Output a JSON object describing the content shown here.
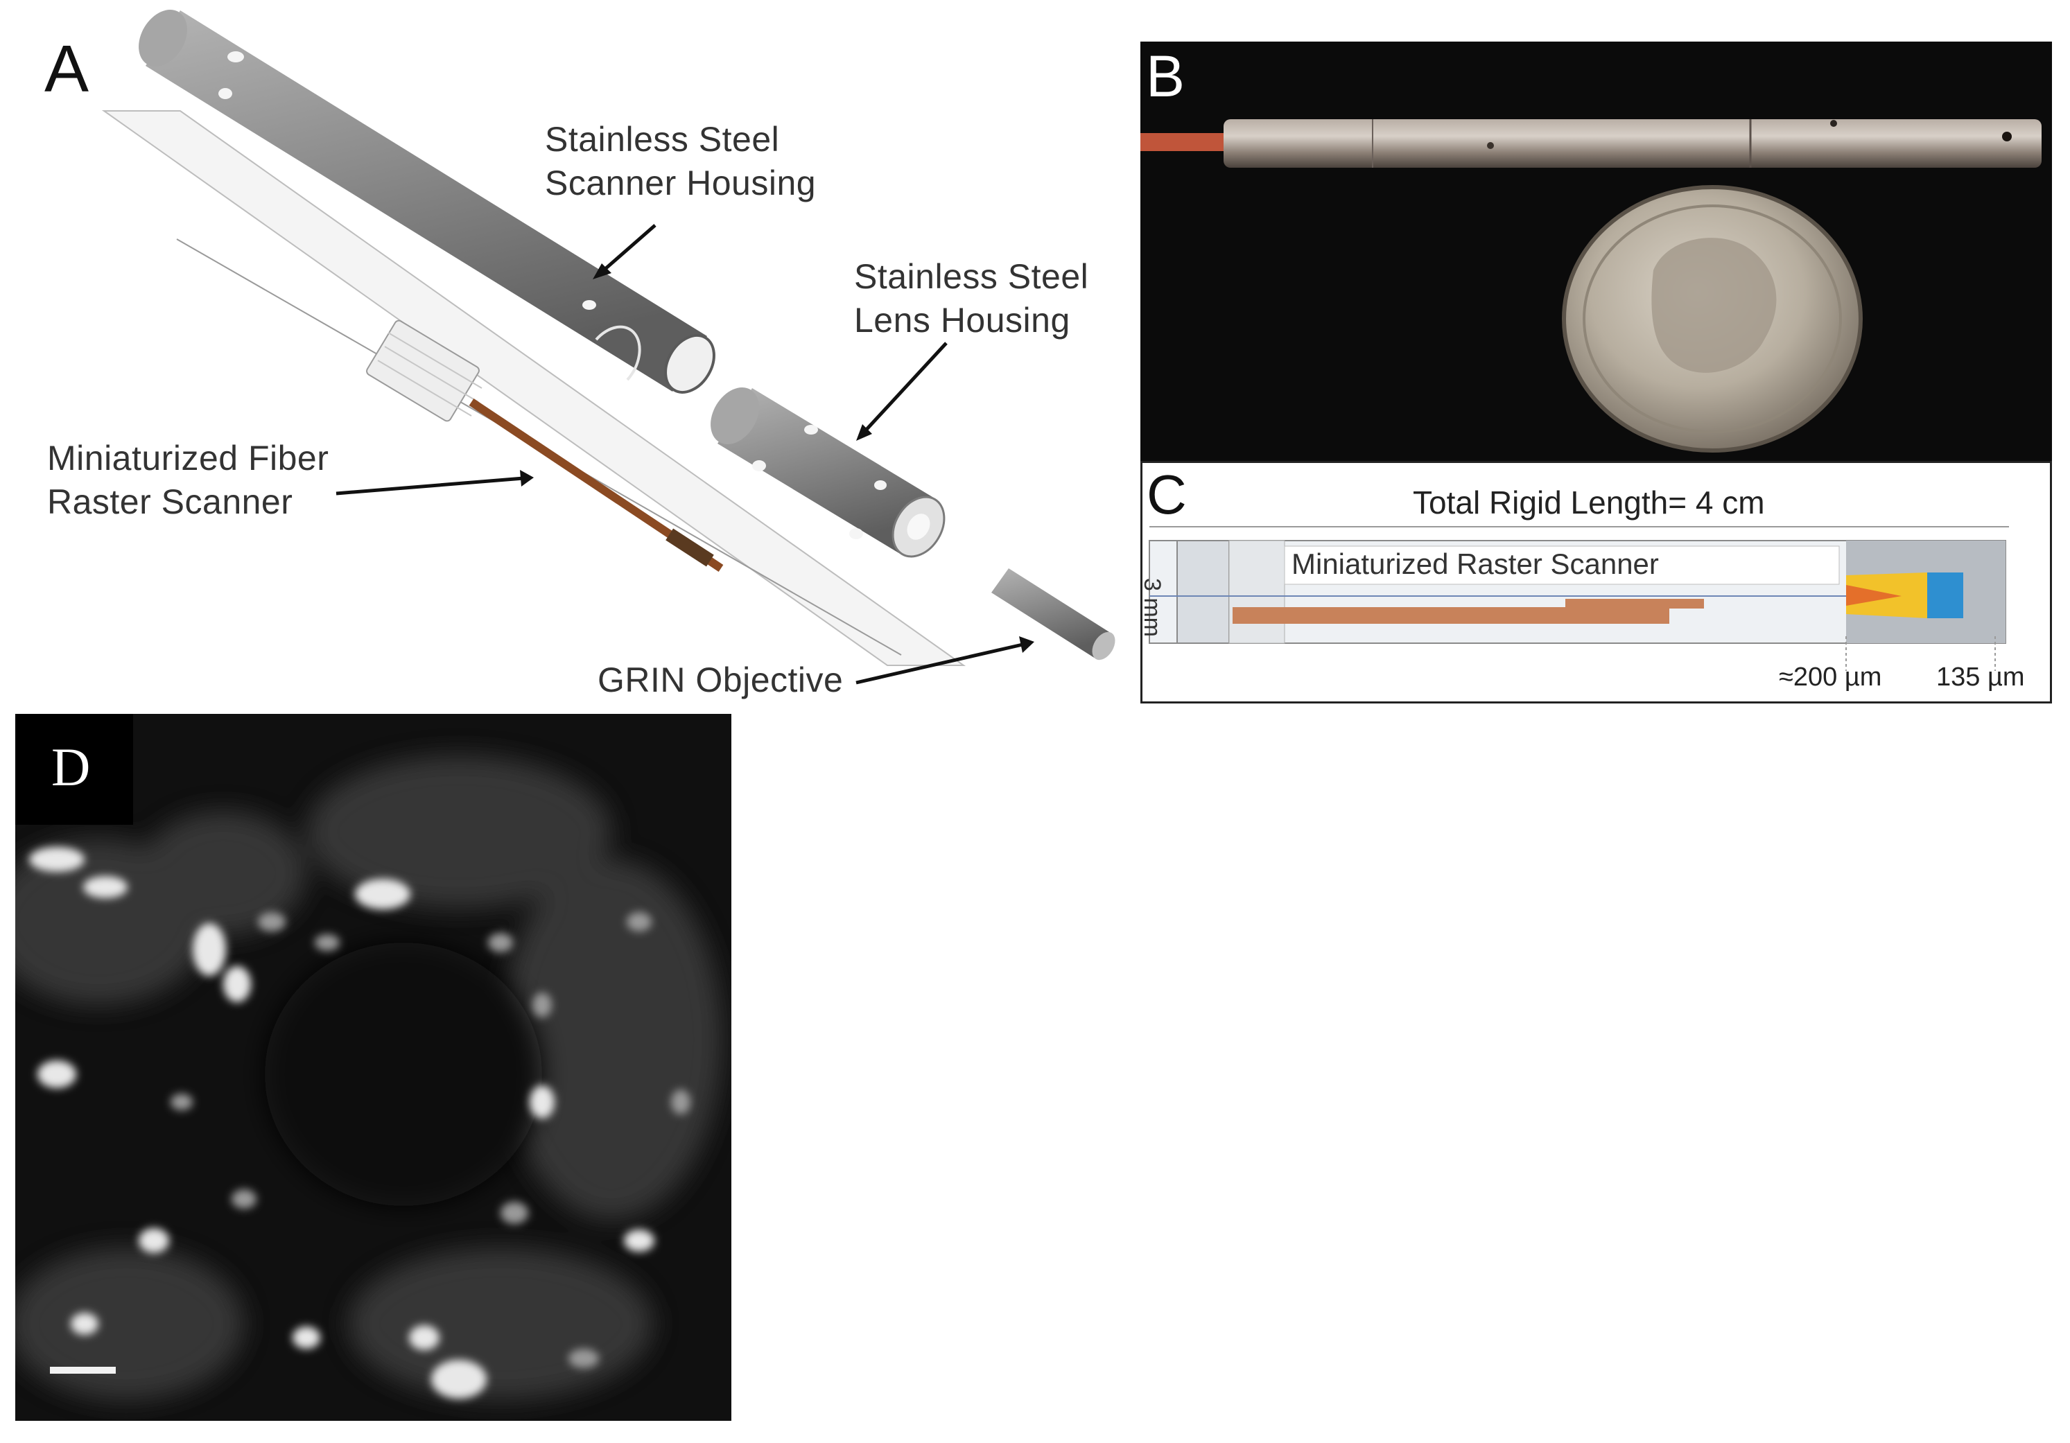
{
  "panels": {
    "a": {
      "letter": "A",
      "labels": {
        "scanner_housing": [
          "Stainless Steel",
          "Scanner Housing"
        ],
        "lens_housing": [
          "Stainless Steel",
          "Lens Housing"
        ],
        "fiber_scanner": [
          "Miniaturized Fiber",
          "Raster Scanner"
        ],
        "grin": "GRIN Objective"
      }
    },
    "b": {
      "letter": "B"
    },
    "c": {
      "letter": "C",
      "title": "Total Rigid Length= 4 cm",
      "scanner_label": "Miniaturized Raster Scanner",
      "mm_label": "3 mm",
      "dim_left": "≈200 µm",
      "dim_right": "135 µm"
    },
    "d": {
      "letter": "D"
    }
  },
  "colors": {
    "steel": "#8a8a8a",
    "fiber": "#8b4a22",
    "lens_yellow": "#f2c22a",
    "lens_blue": "#2e8fd0",
    "scanner_bar": "#c8825a"
  }
}
